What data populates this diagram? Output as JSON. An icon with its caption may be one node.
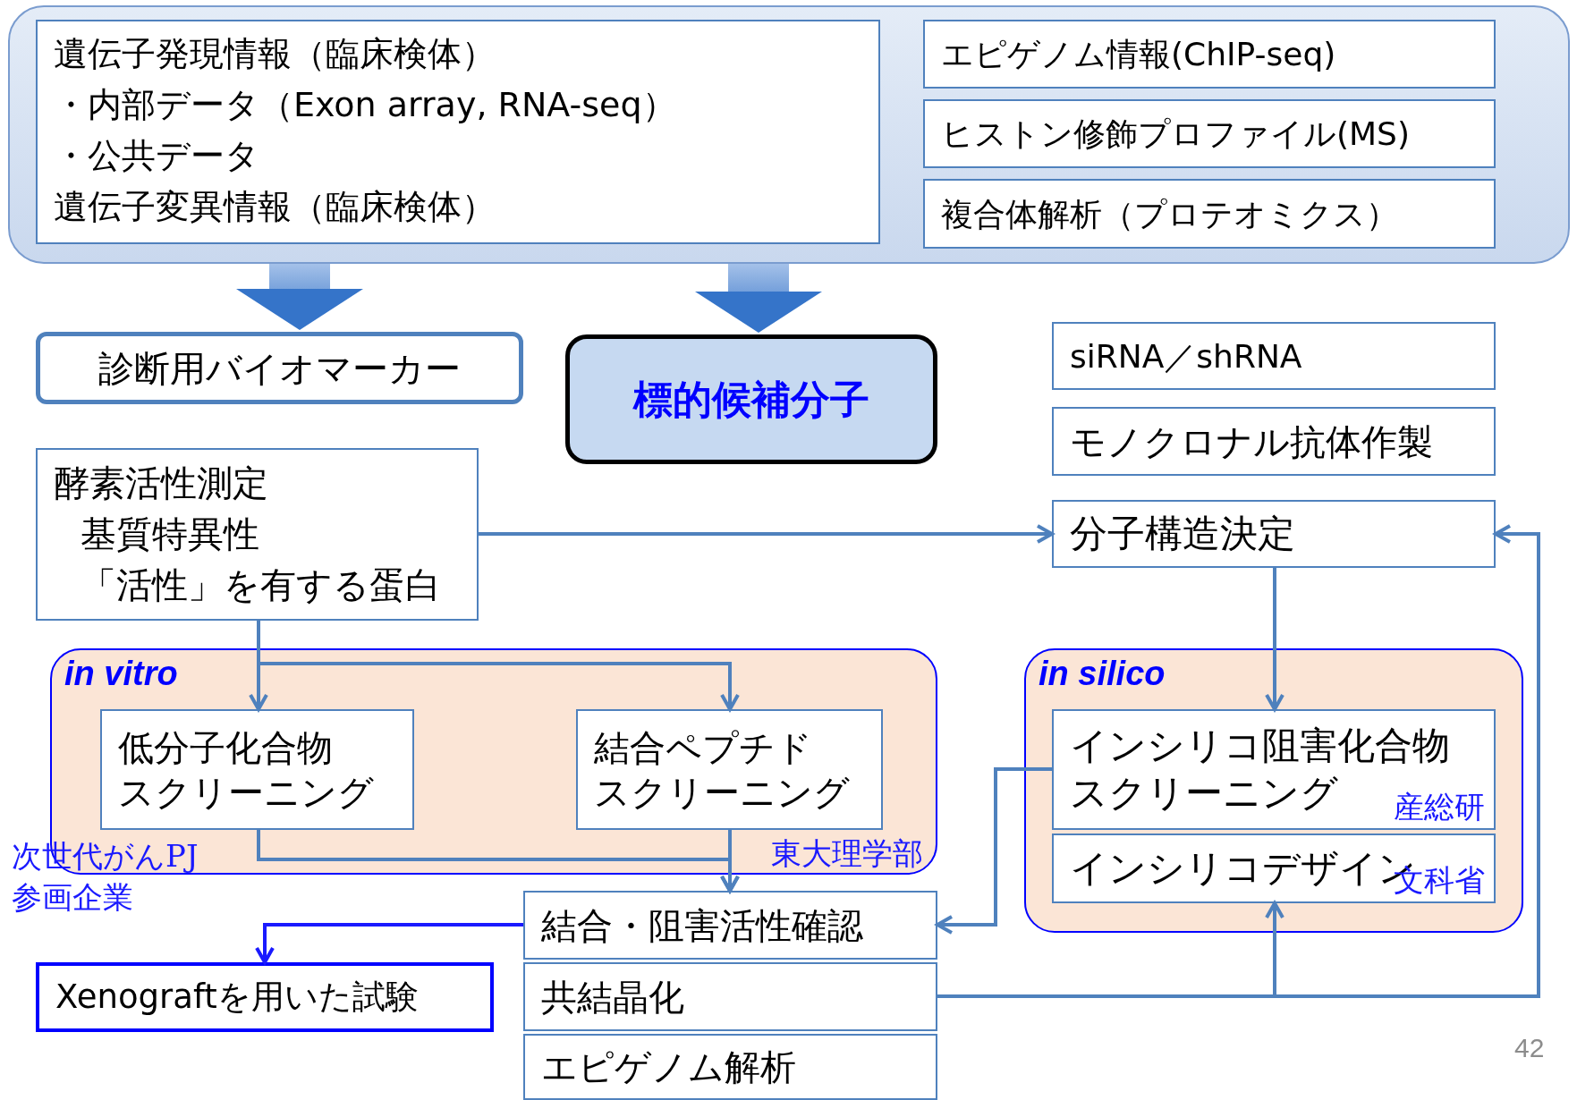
{
  "diagram": {
    "nodes": [
      {
        "text": [],
        "shape": "box"
      },
      {
        "text": [
          "遺伝子発現情報（臨床検体）",
          "・内部データ（Exon array, RNA-seq）",
          "・公共データ",
          "遺伝子変異情報（臨床検体）"
        ],
        "in": 0
      },
      {
        "text": [
          "エピゲノム情報(ChIP-seq)"
        ],
        "in": 0
      },
      {
        "text": [
          "ヒストン修飾プロファイル(MS)"
        ],
        "in": 0
      },
      {
        "text": [
          "複合体解析（プロテオミクス）"
        ],
        "in": 0
      },
      {
        "text": [
          "診断用バイオマーカー"
        ]
      },
      {
        "text": [
          "標的候補分子"
        ]
      },
      {
        "text": [
          "siRNA／shRNA"
        ]
      },
      {
        "text": [
          "モノクロナル抗体作製"
        ]
      },
      {
        "text": [
          "酵素活性測定",
          "基質特異性",
          "「活性」を有する蛋白"
        ]
      },
      {
        "text": [
          "分子構造決定"
        ]
      },
      {
        "text": [
          "in vitro"
        ]
      },
      {
        "text": [
          "低分子化合物",
          "スクリーニング"
        ],
        "in": 11
      },
      {
        "text": [
          "結合ペプチド",
          "スクリーニング"
        ],
        "in": 11
      },
      {
        "text": [
          "in silico"
        ]
      },
      {
        "text": [
          "インシリコ阻害化合物",
          "スクリーニング",
          "産総研"
        ],
        "in": 14
      },
      {
        "text": [
          "インシリコデザイン",
          "文科省"
        ],
        "in": 14
      },
      {
        "text": [
          "結合・阻害活性確認"
        ]
      },
      {
        "text": [
          "共結晶化"
        ]
      },
      {
        "text": [
          "エピゲノム解析"
        ]
      },
      {
        "text": [
          "Xenograftを用いた試験"
        ]
      }
    ],
    "edges": [
      {
        "from": 0,
        "to": 5,
        "arrow": "to",
        "style": "thick"
      },
      {
        "from": 0,
        "to": 6,
        "arrow": "to",
        "style": "thick"
      },
      {
        "from": 9,
        "to": 10,
        "arrow": "to"
      },
      {
        "from": 9,
        "to": 12,
        "arrow": "to"
      },
      {
        "from": 9,
        "to": 13,
        "arrow": "to"
      },
      {
        "from": 12,
        "to": 17,
        "arrow": "to"
      },
      {
        "from": 13,
        "to": 17,
        "arrow": "to"
      },
      {
        "from": 10,
        "to": 15,
        "arrow": "to"
      },
      {
        "from": 15,
        "to": 17,
        "arrow": "to"
      },
      {
        "from": 17,
        "to": 20,
        "arrow": "to",
        "color": "#1a1aff"
      },
      {
        "from": 18,
        "to": 16,
        "arrow": "to"
      },
      {
        "from": 18,
        "to": 10,
        "arrow": "to"
      }
    ],
    "labels": [
      "次世代がんPJ参画企業",
      "東大理学部",
      "42"
    ]
  }
}
